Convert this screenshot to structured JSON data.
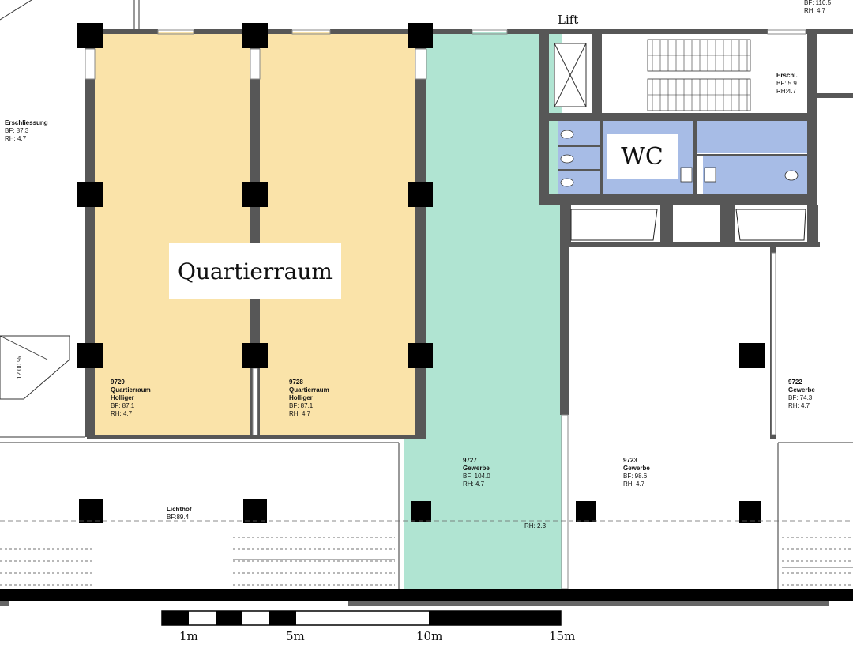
{
  "colors": {
    "quartierraum": "#fae3a9",
    "gewerbe": "#b0e4d2",
    "wc": "#a7bce6",
    "wall": "#575757",
    "column": "#000000",
    "outline": "#1a1a1a"
  },
  "labels": {
    "lift": "Lift",
    "wc": "WC",
    "quartierraum_big": "Quartierraum",
    "erschliessung": {
      "name": "Erschliessung",
      "bf": "BF: 87.3",
      "rh": "RH:  4.7"
    },
    "erschl": {
      "name": "Erschl.",
      "bf": "BF: 5.9",
      "rh": "RH:4.7"
    },
    "top_right": {
      "bf": "BF: 110.5",
      "rh": "RH:   4.7"
    },
    "room_9729": {
      "num": "9729",
      "name1": "Quartierraum",
      "name2": "Holliger",
      "bf": "BF: 87.1",
      "rh": "RH:  4.7"
    },
    "room_9728": {
      "num": "9728",
      "name1": "Quartierraum",
      "name2": "Holliger",
      "bf": "BF: 87.1",
      "rh": "RH:  4.7"
    },
    "room_9727": {
      "num": "9727",
      "name": "Gewerbe",
      "bf": "BF: 104.0",
      "rh": "RH:    4.7"
    },
    "room_9723": {
      "num": "9723",
      "name": "Gewerbe",
      "bf": "BF: 98.6",
      "rh": "RH:  4.7"
    },
    "room_9722": {
      "num": "9722",
      "name": "Gewerbe",
      "bf": "BF: 74.3",
      "rh": "RH:  4.7"
    },
    "lichthof": {
      "name": "Lichthof",
      "bf": "BF:89.4"
    },
    "rh_low": "RH: 2.3",
    "ramp": "12.00 %"
  },
  "scale_bar": {
    "ticks": [
      "1m",
      "5m",
      "10m",
      "15m"
    ]
  }
}
